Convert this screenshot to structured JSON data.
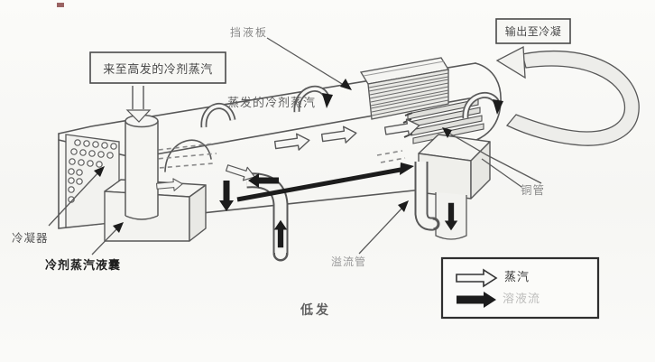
{
  "labels": {
    "inlet_vapor_box": "来至高发的冷剂蒸汽",
    "baffle_plate": "挡液板",
    "outlet_to_condenser_box": "输出至冷凝",
    "evaporated_refrigerant_vapor": "蒸发的冷剂蒸汽",
    "condenser": "冷凝器",
    "refrigerant_vapor_liquid_bag": "冷剂蒸汽液囊",
    "overflow_pipe": "溢流管",
    "copper_tube": "铜管",
    "low_pressure_generator": "低发"
  },
  "legend": {
    "items": [
      {
        "symbol": "white-outline-arrow",
        "label": "蒸汽",
        "faded": false
      },
      {
        "symbol": "black-solid-arrow",
        "label": "溶液流",
        "faded": true
      }
    ]
  },
  "colors": {
    "background": "#f7f7f5",
    "line": "#555555",
    "solid_arrow": "#1c1c1c",
    "vapor_arrow_fill": "#f6f6f4",
    "legend_border": "#2f2f2f"
  }
}
